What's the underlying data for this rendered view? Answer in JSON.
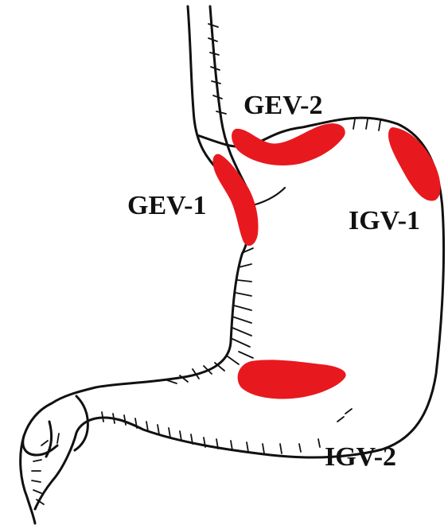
{
  "figure": {
    "labels": {
      "gev2": "GEV-2",
      "gev1": "GEV-1",
      "igv1": "IGV-1",
      "igv2": "IGV-2"
    },
    "colors": {
      "varix": "#e8191e",
      "outline": "#111111",
      "background": "#ffffff"
    }
  }
}
